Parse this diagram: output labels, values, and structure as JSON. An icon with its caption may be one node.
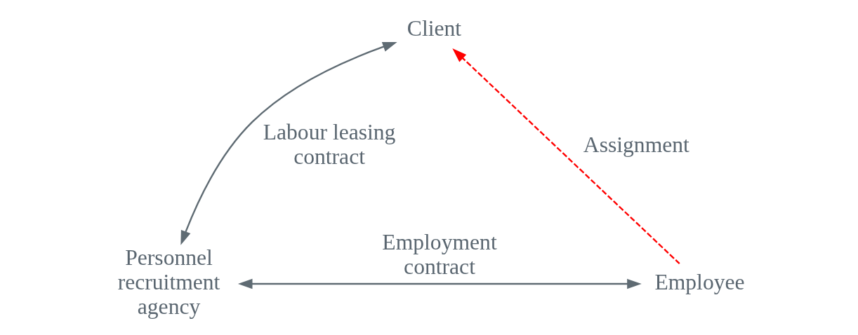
{
  "diagram": {
    "nodes": [
      {
        "text": [
          "Client"
        ]
      },
      {
        "text": [
          "Personnel recruitment agency"
        ]
      },
      {
        "text": [
          "Employee"
        ]
      }
    ],
    "edges": [
      {
        "from": 1,
        "to": 0,
        "arrow": "both",
        "label": "Labour leasing contract"
      },
      {
        "from": 1,
        "to": 2,
        "arrow": "both",
        "label": "Employment contract"
      },
      {
        "from": 2,
        "to": 0,
        "arrow": "to",
        "label": "Assignment",
        "style": "dashed",
        "color": "#ff0000"
      }
    ]
  }
}
